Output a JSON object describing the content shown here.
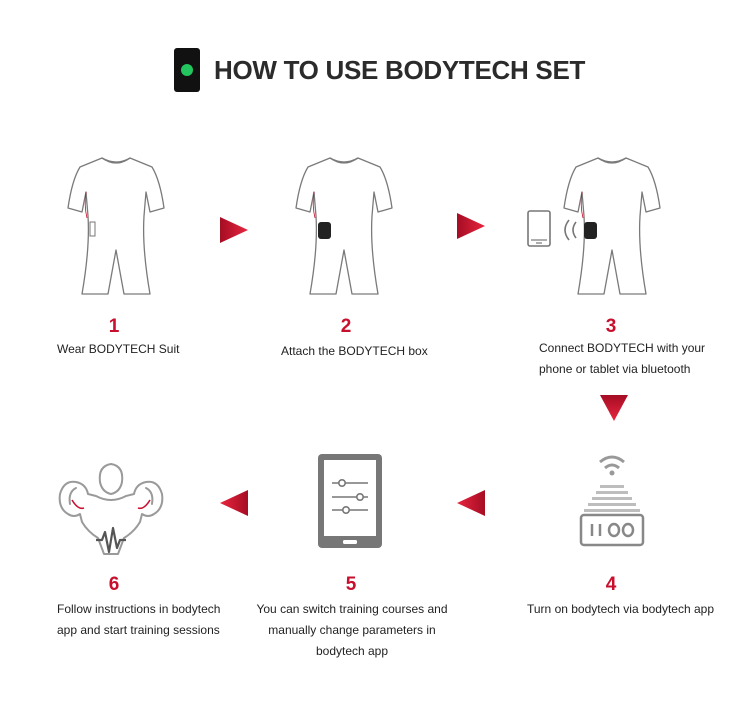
{
  "header": {
    "title": "HOW TO USE BODYTECH SET",
    "indicator_color": "#22c55e"
  },
  "colors": {
    "accent": "#c8102e",
    "outline": "#777777"
  },
  "steps": [
    {
      "number": "1",
      "lines": [
        "Wear BODYTECH Suit"
      ]
    },
    {
      "number": "2",
      "lines": [
        "Attach the  BODYTECH box"
      ]
    },
    {
      "number": "3",
      "lines": [
        "Connect  BODYTECH  with your",
        "phone or tablet via bluetooth"
      ]
    },
    {
      "number": "4",
      "lines": [
        "Turn on bodytech via bodytech app"
      ]
    },
    {
      "number": "5",
      "lines": [
        "You can switch training courses and",
        "manually  change parameters in",
        "bodytech app"
      ]
    },
    {
      "number": "6",
      "lines": [
        "Follow instructions in bodytech",
        "app and start training sessions"
      ]
    }
  ],
  "icons": {
    "suit": "bodysuit-icon",
    "box": "control-box-icon",
    "phone": "phone-icon",
    "signal": "bluetooth-signal-icon",
    "device": "ems-device-icon",
    "tablet": "tablet-settings-icon",
    "muscle": "muscle-body-icon",
    "arrow": "arrow-icon"
  }
}
